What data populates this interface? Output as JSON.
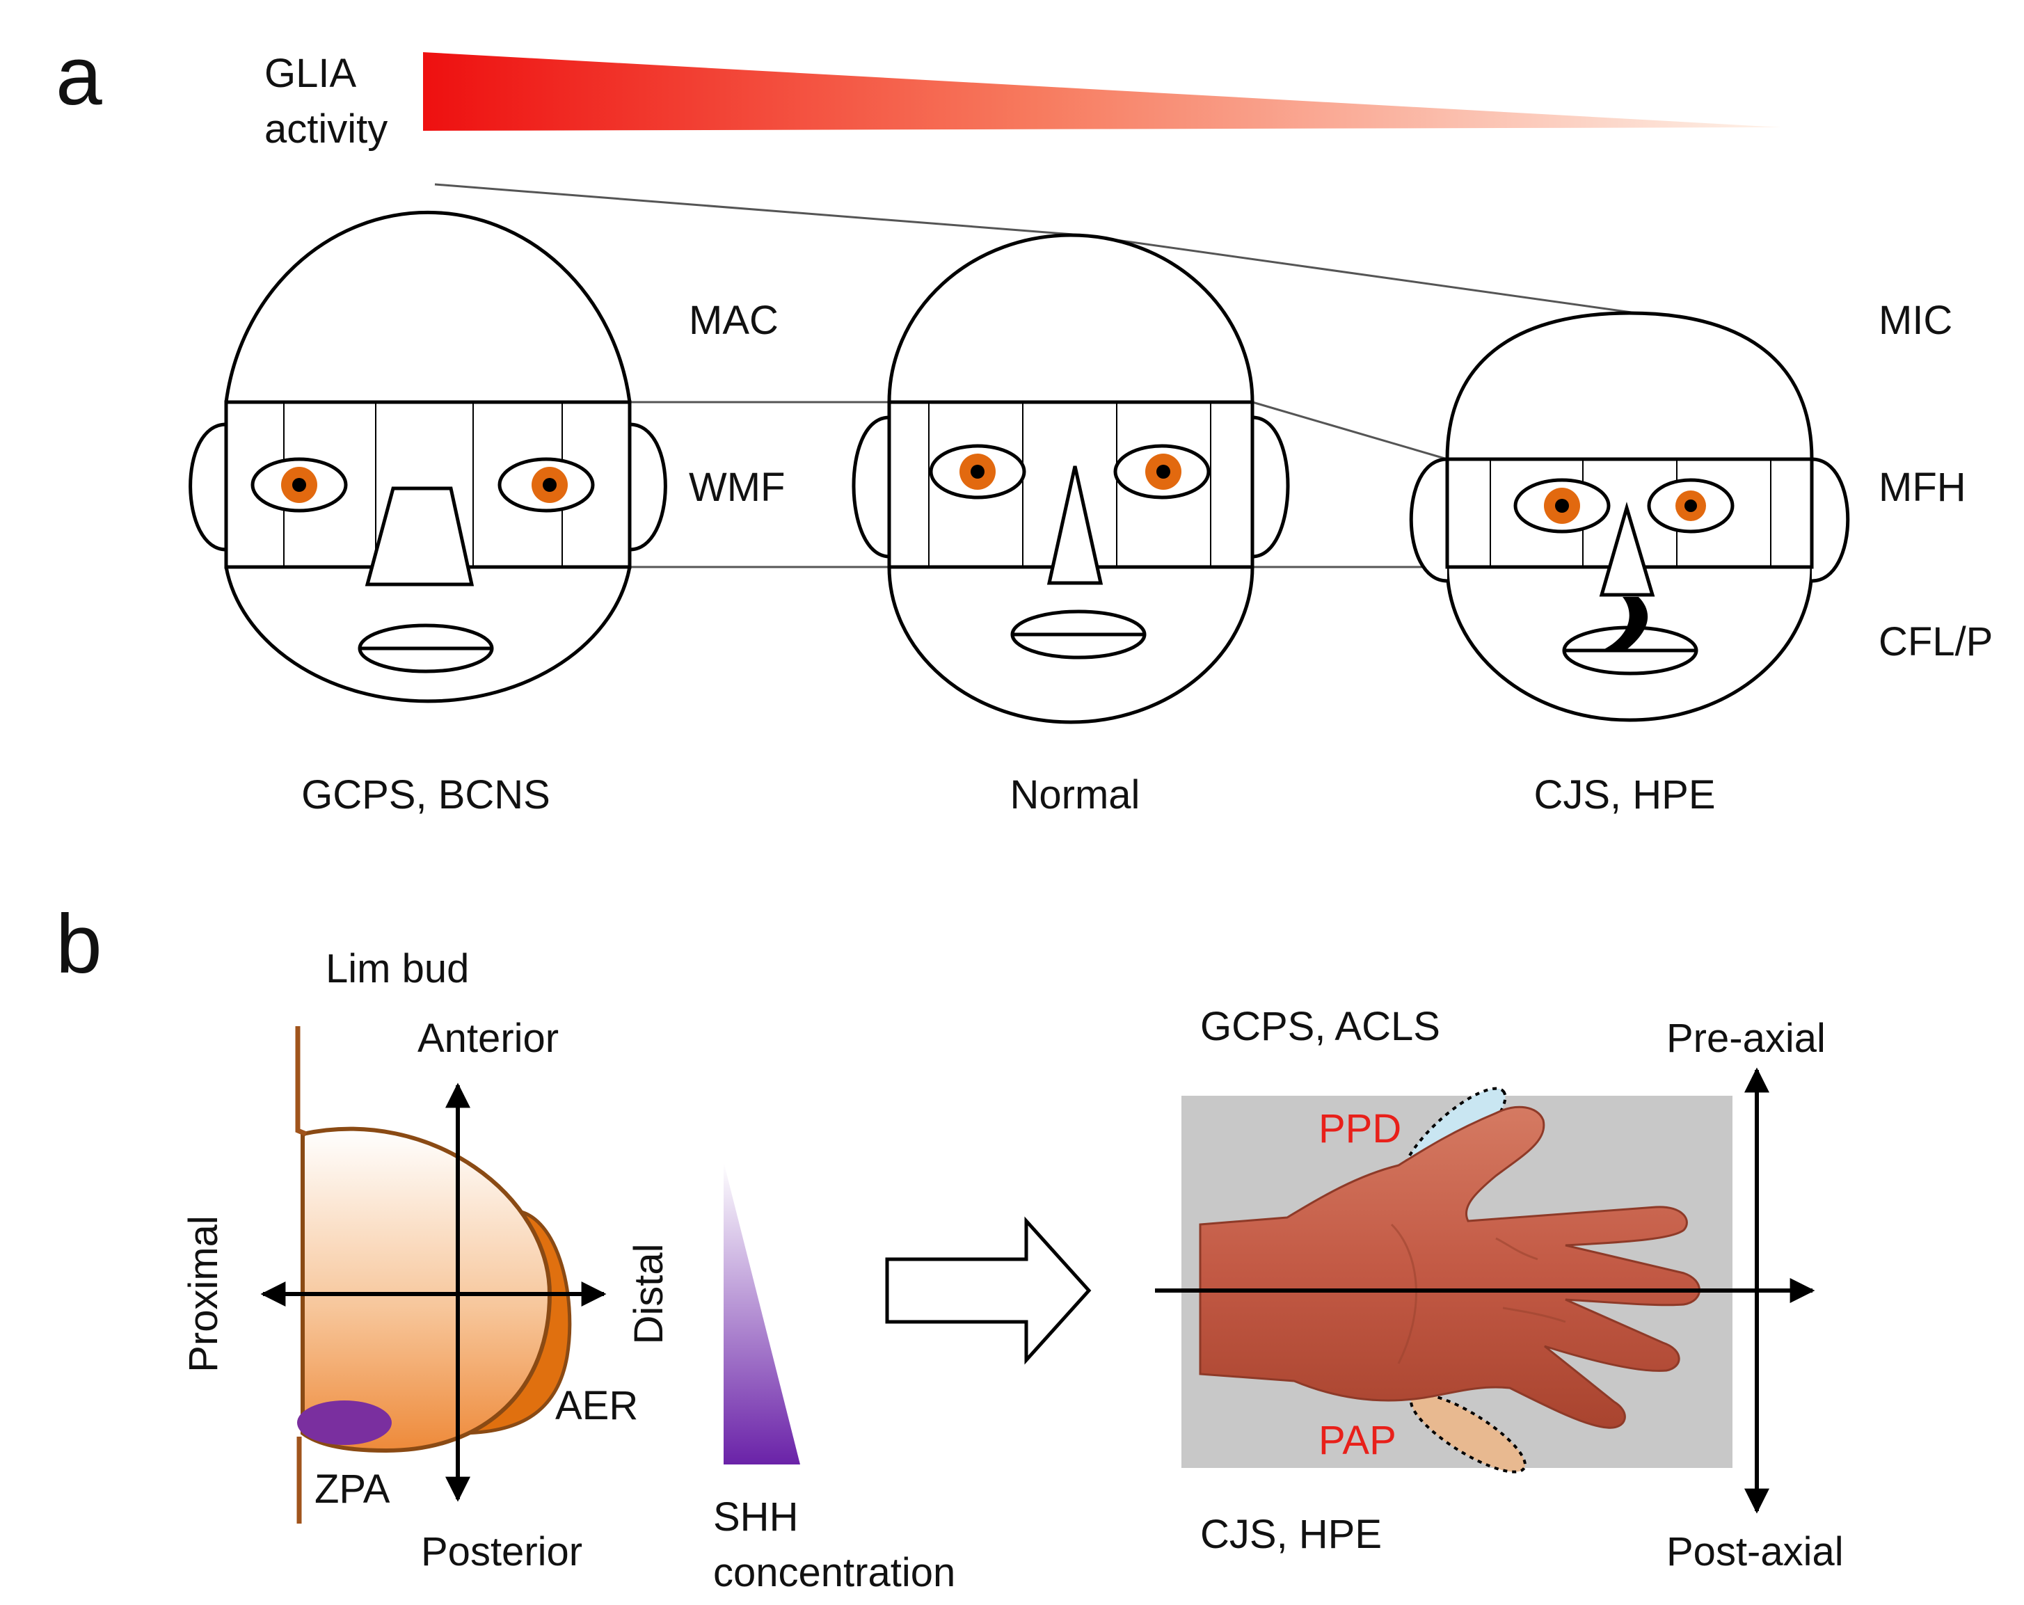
{
  "panel_a": {
    "label": "a",
    "gradient_title_line1": "GLIA",
    "gradient_title_line2": "activity",
    "faces": [
      {
        "caption": "GCPS, BCNS"
      },
      {
        "caption": "Normal"
      },
      {
        "caption": "CJS, HPE"
      }
    ],
    "left_annotations": [
      "MAC",
      "WMF"
    ],
    "right_annotations": [
      "MIC",
      "MFH",
      "CFL/P"
    ]
  },
  "panel_b": {
    "label": "b",
    "limb_bud_title": "Lim bud",
    "axis_anterior": "Anterior",
    "axis_posterior": "Posterior",
    "axis_proximal": "Proximal",
    "axis_distal": "Distal",
    "aer_label": "AER",
    "zpa_label": "ZPA",
    "shh_line1": "SHH",
    "shh_line2": "concentration",
    "hand_top_caption": "GCPS, ACLS",
    "hand_bottom_caption": "CJS, HPE",
    "ppd_label": "PPD",
    "pap_label": "PAP",
    "axis_pre": "Pre-axial",
    "axis_post": "Post-axial"
  },
  "colors": {
    "glia_high": "#ee1c1c",
    "glia_low": "#fde9d8",
    "iris": "#e2690f",
    "limb_bud": "#f0a060",
    "aer": "#e0700f",
    "zpa": "#7a2f9f",
    "hand_skin": "#c8604a",
    "hand_bg": "#c8c8c8",
    "highlight_label": "#e8201a"
  }
}
